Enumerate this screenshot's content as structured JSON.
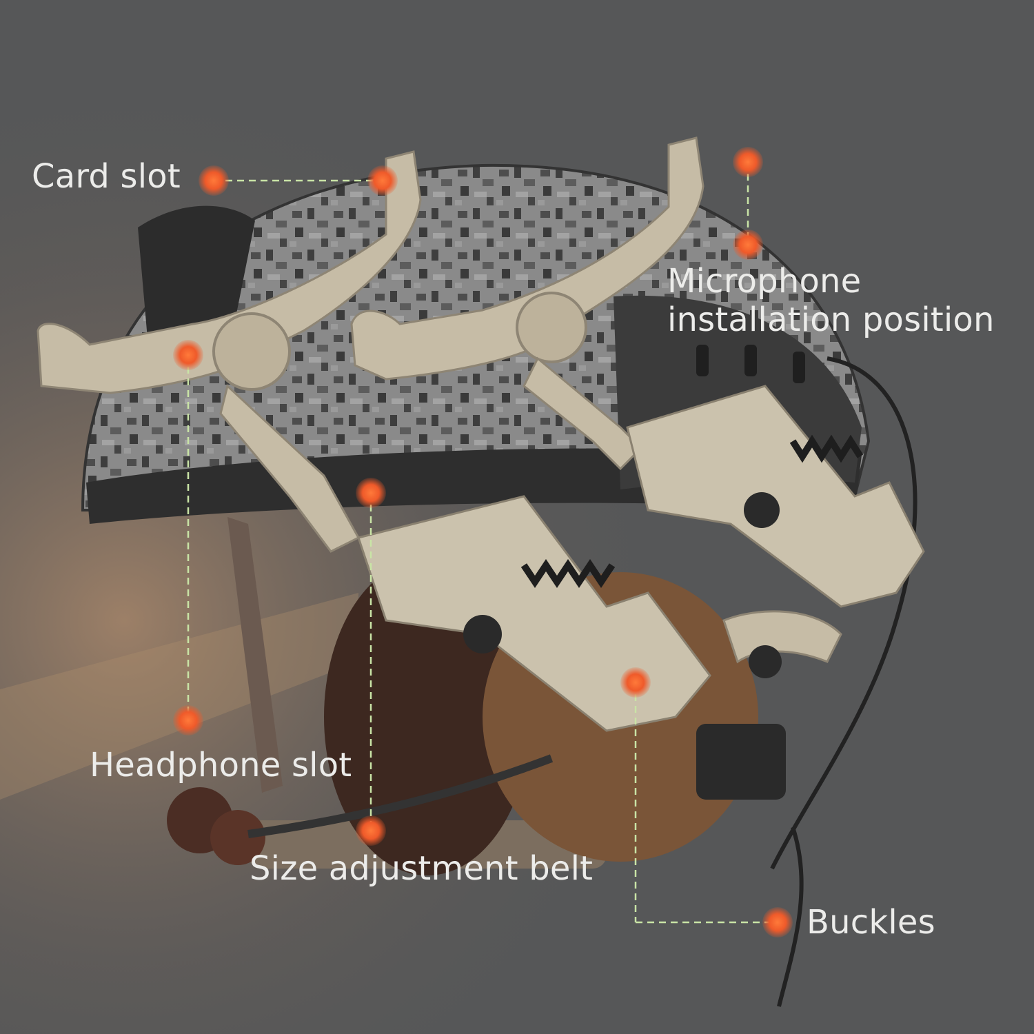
{
  "colors": {
    "background": "#565758",
    "marker": "#ef5a2a",
    "leader_line": "#c9e4a6",
    "label_text": "#ececea",
    "bracket": "#c6bca6",
    "helmet_camo": "#7b7b7b",
    "earcup_brown": "#7a5538"
  },
  "callouts": {
    "card_slot": "Card slot",
    "microphone_line1": "Microphone",
    "microphone_line2": "installation position",
    "headphone_slot": "Headphone slot",
    "size_adjustment_belt": "Size adjustment belt",
    "buckles": "Buckles"
  },
  "icons": {
    "marker": "orange-dot-icon"
  }
}
